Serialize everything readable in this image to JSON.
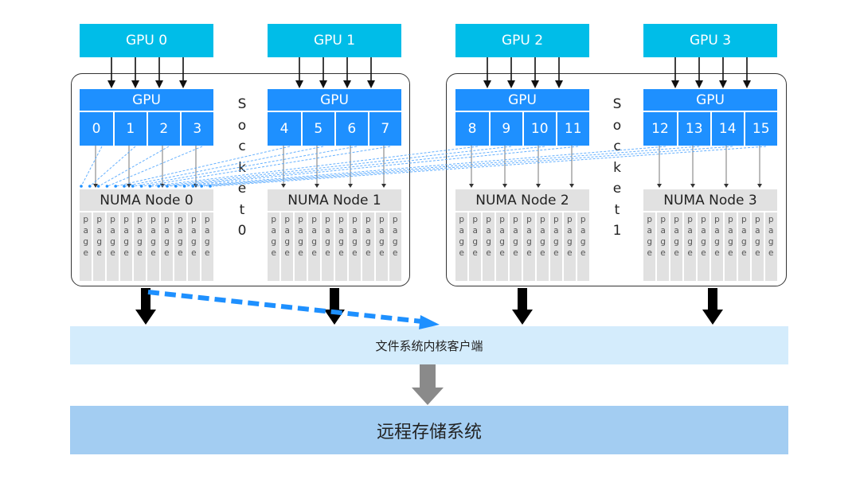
{
  "diagram": {
    "gpus": [
      {
        "label": "GPU 0",
        "bar_label": "GPU",
        "cells": [
          "0",
          "1",
          "2",
          "3"
        ],
        "numa": "NUMA Node 0"
      },
      {
        "label": "GPU 1",
        "bar_label": "GPU",
        "cells": [
          "4",
          "5",
          "6",
          "7"
        ],
        "numa": "NUMA Node 1"
      },
      {
        "label": "GPU 2",
        "bar_label": "GPU",
        "cells": [
          "8",
          "9",
          "10",
          "11"
        ],
        "numa": "NUMA Node 2"
      },
      {
        "label": "GPU 3",
        "bar_label": "GPU",
        "cells": [
          "12",
          "13",
          "14",
          "15"
        ],
        "numa": "NUMA Node 3"
      }
    ],
    "sockets": [
      {
        "letters": [
          "S",
          "o",
          "c",
          "k",
          "e",
          "t",
          "0"
        ]
      },
      {
        "letters": [
          "S",
          "o",
          "c",
          "k",
          "e",
          "t",
          "1"
        ]
      }
    ],
    "page_letters": [
      "p",
      "a",
      "g",
      "e"
    ],
    "pages_per_node": 10,
    "fs_client_label": "文件系统内核客户端",
    "remote_storage_label": "远程存储系统",
    "colors": {
      "gpu_top": "#00bde8",
      "gpu_blue": "#1e90ff",
      "numa_gray": "#e1e1e1",
      "fs_client_bg": "#d4ecfc",
      "remote_bg": "#a3cdf2",
      "dash_blue": "#1e90ff",
      "gray_arrow": "#8a8a8a"
    }
  }
}
